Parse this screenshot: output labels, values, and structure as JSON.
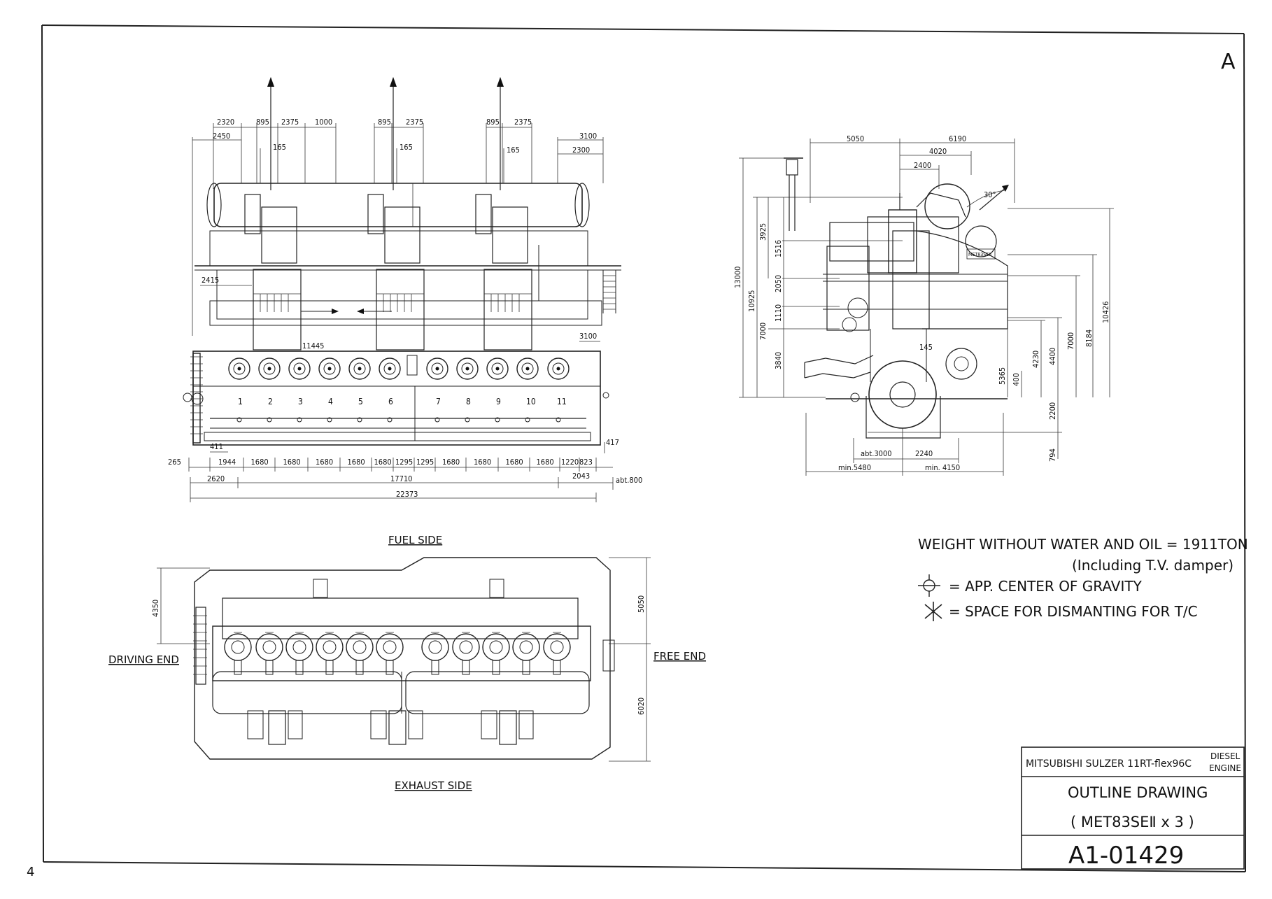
{
  "sheet": {
    "revision": "A",
    "page_number": "4"
  },
  "views": {
    "elevation": {
      "top_dims": [
        "2320",
        "2450",
        "895",
        "165",
        "2375",
        "1000",
        "895",
        "165",
        "2375",
        "895",
        "165",
        "2375",
        "3100",
        "2300"
      ],
      "side_dims": [
        "2415",
        "3100"
      ],
      "inner_dim": "11445",
      "cylinder_numbers": [
        "1",
        "2",
        "3",
        "4",
        "5",
        "6",
        "7",
        "8",
        "9",
        "10",
        "11"
      ],
      "row1": [
        "265",
        "1944",
        "1680",
        "1680",
        "1680",
        "1680",
        "1680",
        "1295",
        "1295",
        "1680",
        "1680",
        "1680",
        "1680",
        "1220",
        "823"
      ],
      "small_dims": [
        "411",
        "417"
      ],
      "row2": [
        "2620",
        "17710",
        "2043",
        "abt.800"
      ],
      "total_length": "22373"
    },
    "end_view": {
      "horizontal_dims": [
        "5050",
        "6190",
        "4020",
        "2400"
      ],
      "left_vertical_dims": [
        "13000",
        "10925",
        "3925",
        "1516",
        "2050",
        "1110",
        "7000",
        "3840"
      ],
      "right_vertical_dims": [
        "10426",
        "8184",
        "7000",
        "4400",
        "4230",
        "5365",
        "400",
        "2200",
        "794"
      ],
      "small_dims": [
        "145",
        "30°"
      ],
      "bottom_dims": [
        "abt.3000",
        "2240",
        "min.5480",
        "min. 4150"
      ],
      "turbocharger_label": "MET83SEII"
    },
    "plan": {
      "fuel_side_label": "FUEL SIDE",
      "exhaust_side_label": "EXHAUST SIDE",
      "driving_end_label": "DRIVING END",
      "free_end_label": "FREE END",
      "dims": [
        "4350",
        "5050",
        "6020"
      ]
    }
  },
  "notes": {
    "weight_line1": "WEIGHT WITHOUT WATER AND OIL = 1911TON",
    "weight_line2": "(Including T.V. damper)",
    "legend_gravity": "= APP. CENTER OF GRAVITY",
    "legend_dismantling": "= SPACE FOR DISMANTING FOR T/C"
  },
  "title_block": {
    "engine_name": "MITSUBISHI SULZER 11RT-flex96C",
    "engine_type_line1": "DIESEL",
    "engine_type_line2": "ENGINE",
    "drawing_title": "OUTLINE DRAWING",
    "drawing_subtitle": "( MET83SEⅡ x 3 )",
    "drawing_number": "A1-01429"
  }
}
